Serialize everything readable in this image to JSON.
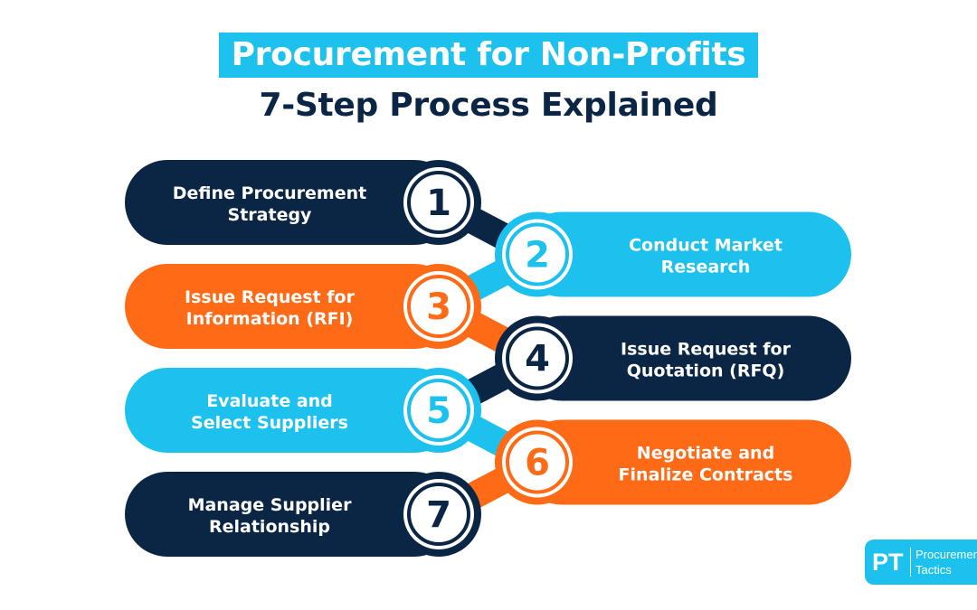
{
  "header": {
    "title": "Procurement for Non-Profits",
    "subtitle": "7-Step Process Explained"
  },
  "colors": {
    "navy": "#0b2545",
    "cyan": "#1cc1ee",
    "orange": "#fe6a16",
    "white": "#ffffff"
  },
  "steps": [
    {
      "number": "1",
      "lines": [
        "Define Procurement",
        "Strategy"
      ],
      "color": "navy",
      "side": "left"
    },
    {
      "number": "2",
      "lines": [
        "Conduct Market",
        "Research"
      ],
      "color": "cyan",
      "side": "right"
    },
    {
      "number": "3",
      "lines": [
        "Issue Request for",
        "Information (RFI)"
      ],
      "color": "orange",
      "side": "left"
    },
    {
      "number": "4",
      "lines": [
        "Issue Request for",
        "Quotation (RFQ)"
      ],
      "color": "navy",
      "side": "right"
    },
    {
      "number": "5",
      "lines": [
        "Evaluate and",
        "Select Suppliers"
      ],
      "color": "cyan",
      "side": "left"
    },
    {
      "number": "6",
      "lines": [
        "Negotiate and",
        "Finalize Contracts"
      ],
      "color": "orange",
      "side": "right"
    },
    {
      "number": "7",
      "lines": [
        "Manage Supplier",
        "Relationship"
      ],
      "color": "navy",
      "side": "left"
    }
  ],
  "logo": {
    "mark": "PT",
    "line1": "Procurement",
    "line2": "Tactics"
  }
}
